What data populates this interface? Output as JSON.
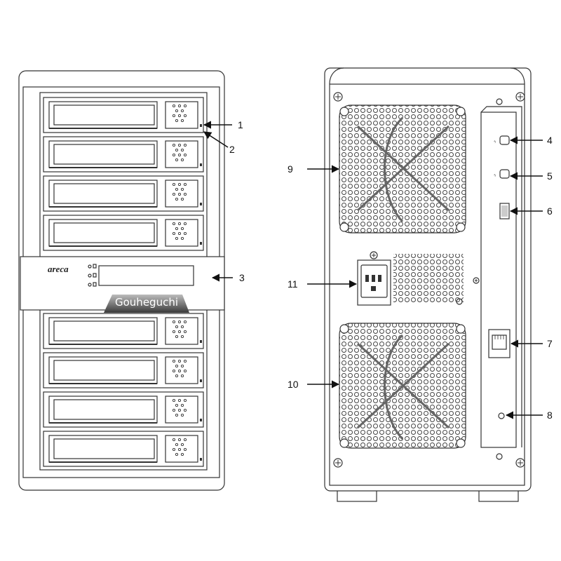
{
  "brand": "areca",
  "watermark": "Gouheguchi",
  "callouts": [
    {
      "id": 1,
      "label": "1"
    },
    {
      "id": 2,
      "label": "2"
    },
    {
      "id": 3,
      "label": "3"
    },
    {
      "id": 4,
      "label": "4"
    },
    {
      "id": 5,
      "label": "5"
    },
    {
      "id": 6,
      "label": "6"
    },
    {
      "id": 7,
      "label": "7"
    },
    {
      "id": 8,
      "label": "8"
    },
    {
      "id": 9,
      "label": "9"
    },
    {
      "id": 10,
      "label": "10"
    },
    {
      "id": 11,
      "label": "11"
    }
  ],
  "front": {
    "drive_bays": 8,
    "bays_above_panel": 4,
    "bays_below_panel": 4
  },
  "rear": {
    "fans": 2,
    "ports": [
      "thunderbolt",
      "thunderbolt",
      "expansion",
      "ethernet",
      "reset"
    ]
  },
  "colors": {
    "line": "#333333",
    "face": "#ffffff",
    "watermark_bg": "#3a3a3a"
  }
}
